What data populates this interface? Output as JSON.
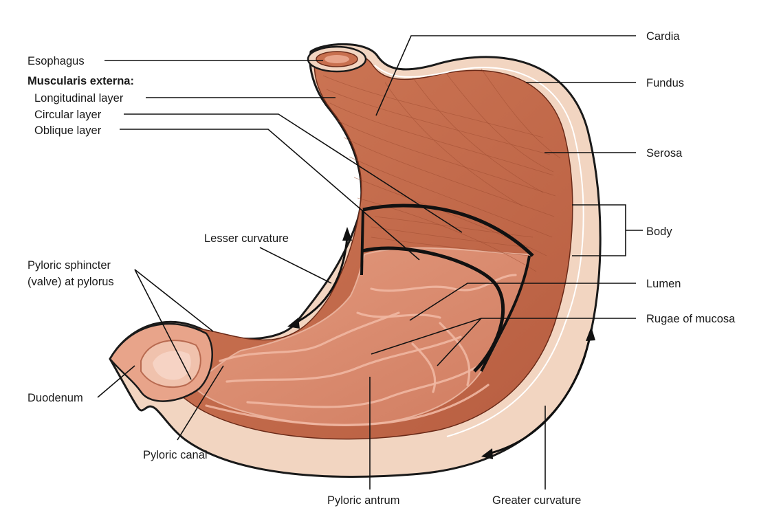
{
  "labels": {
    "esophagus": "Esophagus",
    "muscularis_externa": "Muscularis externa:",
    "longitudinal_layer": "Longitudinal layer",
    "circular_layer": "Circular layer",
    "oblique_layer": "Oblique layer",
    "lesser_curvature": "Lesser curvature",
    "pyloric_sphincter_line1": "Pyloric sphincter",
    "pyloric_sphincter_line2": "(valve) at pylorus",
    "duodenum": "Duodenum",
    "pyloric_canal": "Pyloric canal",
    "pyloric_antrum": "Pyloric antrum",
    "greater_curvature": "Greater curvature",
    "cardia": "Cardia",
    "fundus": "Fundus",
    "serosa": "Serosa",
    "body": "Body",
    "lumen": "Lumen",
    "rugae_of_mucosa": "Rugae of mucosa"
  },
  "colors": {
    "muscle": "#c8704f",
    "muscle_dark": "#a8553a",
    "mucosa": "#dc8b70",
    "serosa_band": "#f2d5c1",
    "outline": "#1a1a1a",
    "rugae": "#f0b7a2"
  }
}
